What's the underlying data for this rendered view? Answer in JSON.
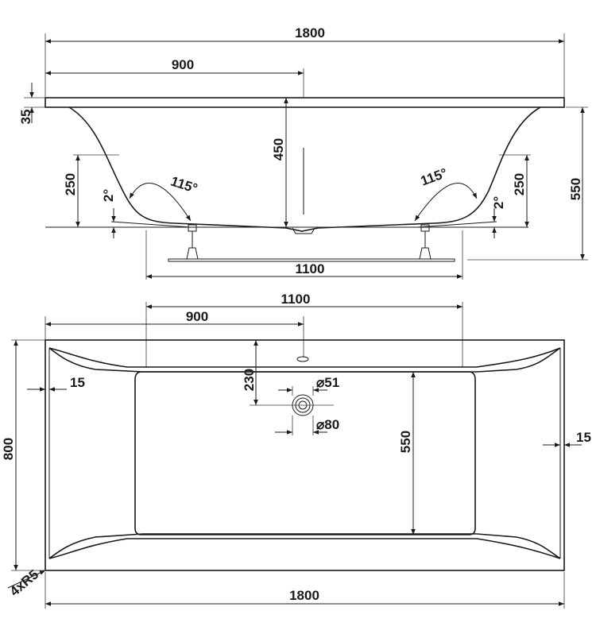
{
  "side_view": {
    "overall_length": "1800",
    "half_length": "900",
    "rim_thickness": "35",
    "depth": "450",
    "total_height": "550",
    "left_wall_height": "250",
    "right_wall_height": "250",
    "left_floor_slope": "2°",
    "right_floor_slope": "2°",
    "left_wall_angle": "115°",
    "right_wall_angle": "115°",
    "leg_spacing": "1100"
  },
  "top_view": {
    "basin_length": "1100",
    "drain_offset": "900",
    "drain_depth_from_rim": "230",
    "drain_diameter": "⌀51",
    "overflow_diameter": "⌀80",
    "left_rim_width": "15",
    "right_rim_width": "15",
    "inner_width": "550",
    "overall_width": "800",
    "corner_radius": "4xR5",
    "overall_length": "1800"
  }
}
